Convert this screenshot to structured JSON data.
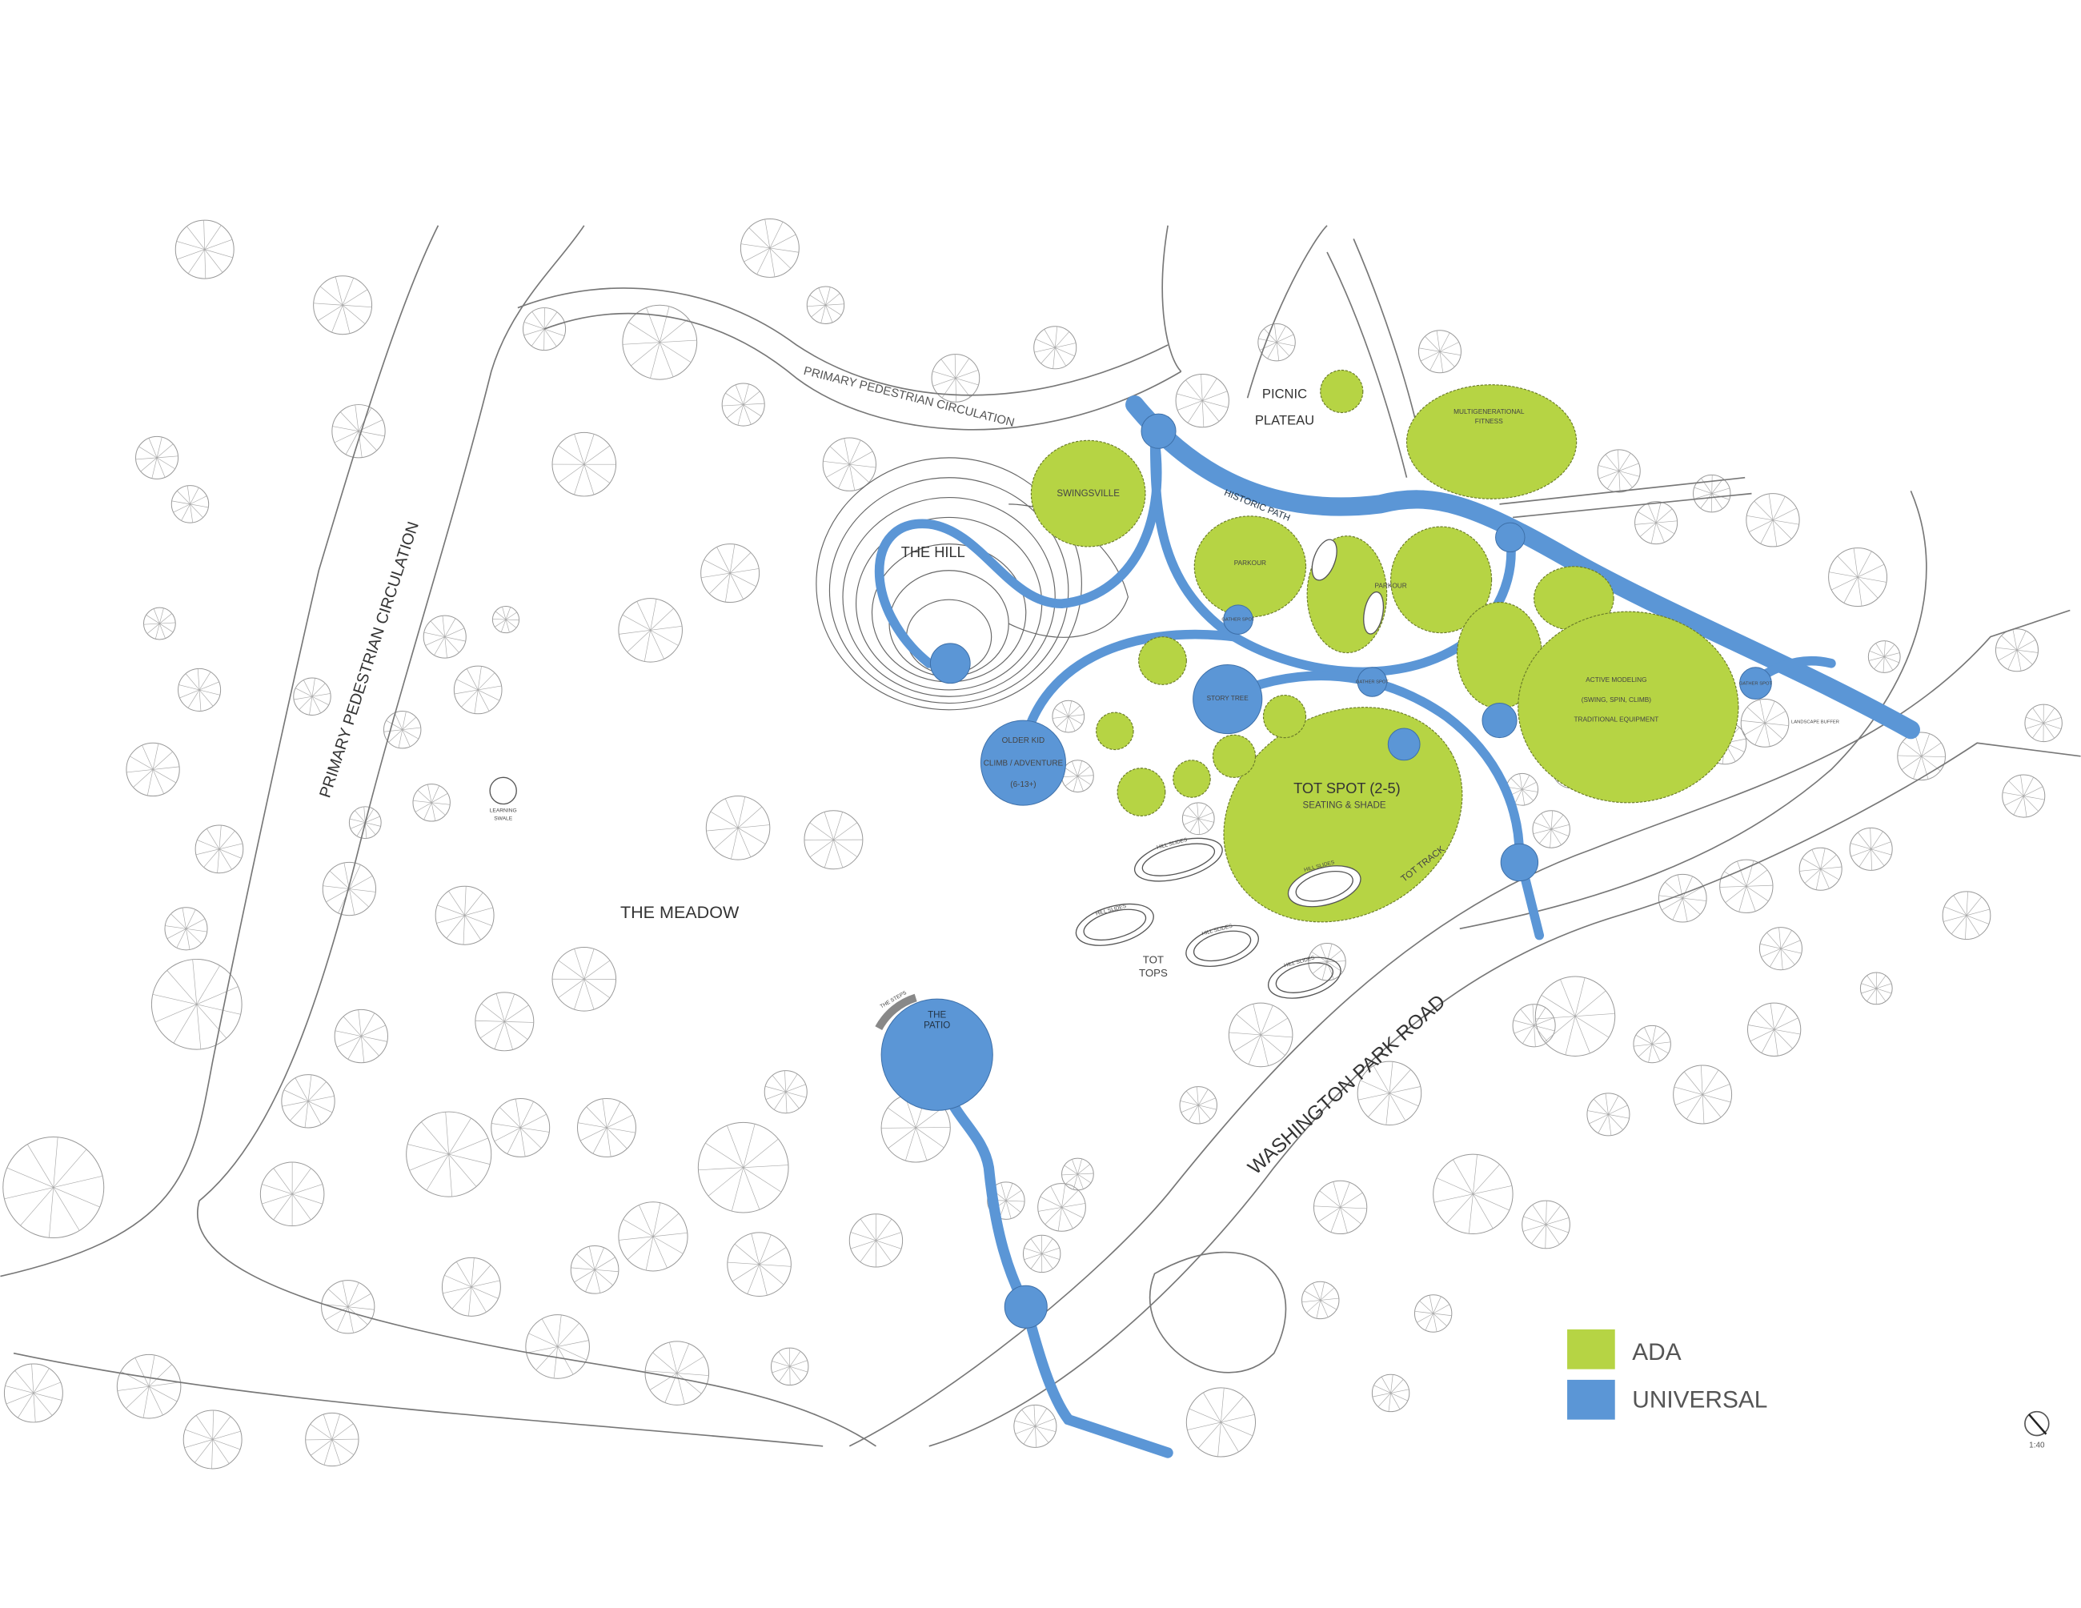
{
  "map": {
    "labels": {
      "primary_ped_top": "PRIMARY PEDESTRIAN CIRCULATION",
      "primary_ped_left": "PRIMARY PEDESTRIAN CIRCULATION",
      "meadow": "THE MEADOW",
      "hill": "THE HILL",
      "swingsville": "SWINGSVILLE",
      "picnic": "PICNIC",
      "plateau": "PLATEAU",
      "fitness_1": "MULTIGENERATIONAL",
      "fitness_2": "FITNESS",
      "historic_path": "HISTORIC PATH",
      "parkour_1": "PARKOUR",
      "parkour_2": "PARKOUR",
      "story_tree": "STORY TREE",
      "older_kid_1": "OLDER KID",
      "older_kid_2": "CLIMB / ADVENTURE",
      "older_kid_3": "(6-13+)",
      "tot_spot": "TOT SPOT (2-5)",
      "seating_shade": "SEATING & SHADE",
      "tot_track": "TOT TRACK",
      "active_1": "ACTIVE MODELING",
      "active_2": "(SWING, SPIN, CLIMB)",
      "active_3": "TRADITIONAL EQUIPMENT",
      "hill_slides": "HILL SLIDES",
      "tot_tops_1": "TOT",
      "tot_tops_2": "TOPS",
      "road": "WASHINGTON PARK ROAD",
      "patio_1": "THE",
      "patio_2": "PATIO",
      "steps": "THE STEPS",
      "learning_swale_1": "LEARNING",
      "learning_swale_2": "SWALE",
      "gather_spot": "GATHER SPOT",
      "landscape_buffer": "LANDSCAPE BUFFER"
    },
    "colors": {
      "ada": "#b6d444",
      "universal": "#5b96d6"
    }
  },
  "legend": {
    "items": [
      {
        "label": "ADA",
        "color": "#b6d444"
      },
      {
        "label": "UNIVERSAL",
        "color": "#5b96d6"
      }
    ]
  },
  "scale": {
    "label": "1:40",
    "icon": "north-arrow-icon"
  }
}
